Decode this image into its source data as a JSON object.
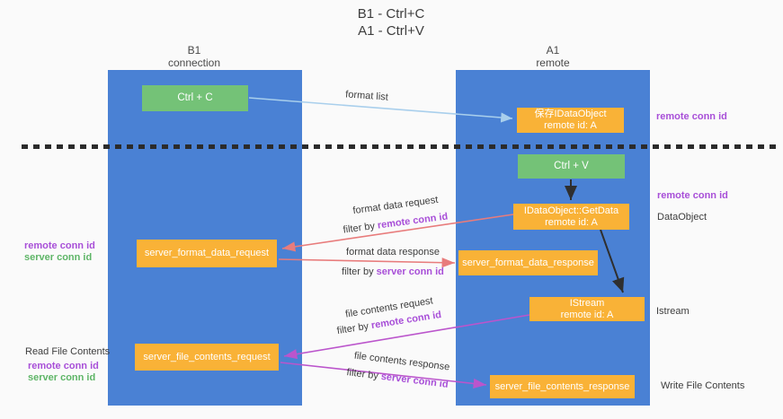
{
  "title": {
    "line1": "B1 - Ctrl+C",
    "line2": "A1 - Ctrl+V"
  },
  "lanes": {
    "b1": {
      "name": "B1",
      "sub": "connection"
    },
    "a1": {
      "name": "A1",
      "sub": "remote"
    }
  },
  "boxes": {
    "ctrl_c": "Ctrl + C",
    "ctrl_v": "Ctrl + V",
    "save_idataobject": {
      "line1": "保存IDataObject",
      "line2": "remote id: A"
    },
    "getdata": {
      "line1": "IDataObject::GetData",
      "line2": "remote id: A"
    },
    "istream": {
      "line1": "IStream",
      "line2": "remote id: A"
    },
    "format_request": "server_format_data_request",
    "format_response": "server_format_data_response",
    "file_request": "server_file_contents_request",
    "file_response": "server_file_contents_response"
  },
  "labels": {
    "remote_conn_id": "remote conn id",
    "server_conn_id": "server conn id",
    "dataobject": "DataObject",
    "istream": "Istream",
    "read_file_contents": "Read File Contents",
    "write_file_contents": "Write File Contents",
    "format_list": "format list",
    "format_data_request": "format data request",
    "format_data_response": "format data response",
    "file_contents_request": "file contents request",
    "file_contents_response": "file contents response",
    "filter_by": "filter by"
  },
  "colors": {
    "lane_blue": "#4a81d4",
    "box_orange": "#f9b237",
    "box_green": "#74c277",
    "arrow_light_blue": "#a9cfec",
    "arrow_black": "#2f2f2f",
    "arrow_salmon": "#e87c7c",
    "arrow_magenta": "#bb55cc",
    "label_purple": "#a84fd8",
    "label_green": "#5eb567",
    "dashed_line": "#2b2b2b"
  }
}
